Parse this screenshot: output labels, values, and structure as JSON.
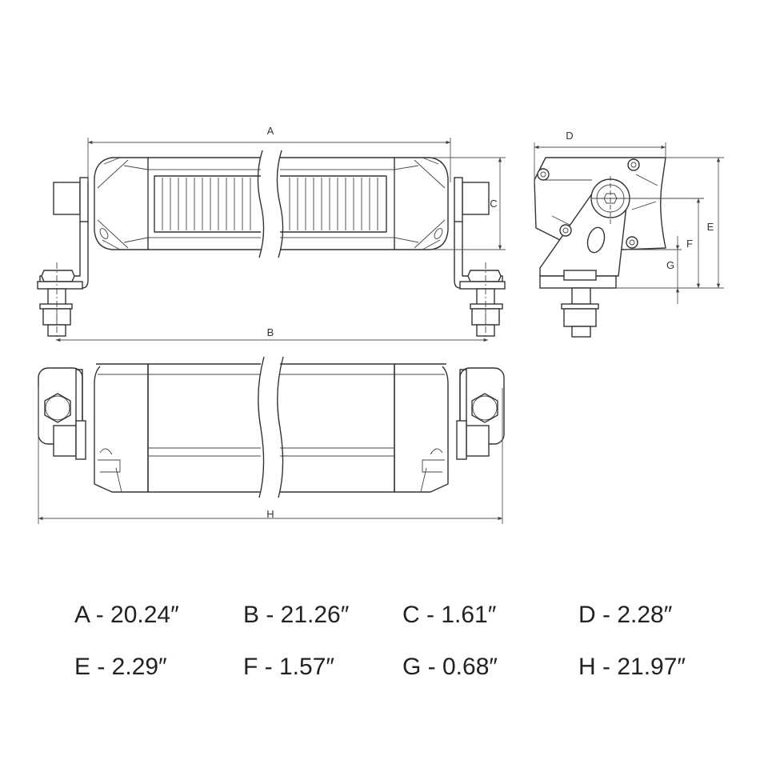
{
  "dimension_labels": {
    "a": "A",
    "b": "B",
    "c": "C",
    "d": "D",
    "e": "E",
    "f": "F",
    "g": "G",
    "h": "H"
  },
  "specs": [
    {
      "text": "A - 20.24″"
    },
    {
      "text": "B - 21.26″"
    },
    {
      "text": "C - 1.61″"
    },
    {
      "text": "D - 2.28″"
    },
    {
      "text": "E - 2.29″"
    },
    {
      "text": "F - 1.57″"
    },
    {
      "text": "G - 0.68″"
    },
    {
      "text": "H - 21.97″"
    }
  ],
  "colors": {
    "line": "#333333",
    "background": "#ffffff"
  }
}
